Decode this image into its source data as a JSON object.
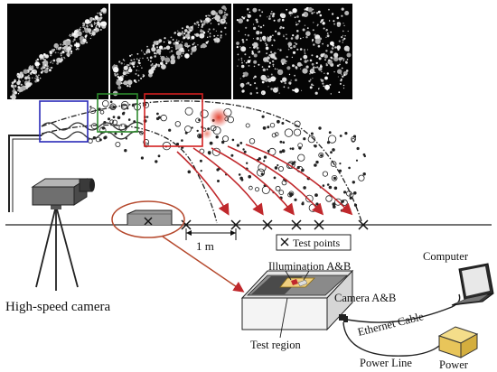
{
  "labels": {
    "scale": "1 m",
    "test_points": "Test points",
    "camera": "High-speed camera",
    "illumination": "Illumination A&B",
    "camera_ab": "Camera A&B",
    "test_region": "Test region",
    "computer": "Computer",
    "ethernet": "Ethernet Cable",
    "power_line": "Power Line",
    "power": "Power"
  },
  "colors": {
    "blue_box": "#2a2ab8",
    "green_box": "#2e8b2e",
    "red_box": "#d42020",
    "arrow": "#c0282c",
    "ellipse": "#b5482c"
  }
}
